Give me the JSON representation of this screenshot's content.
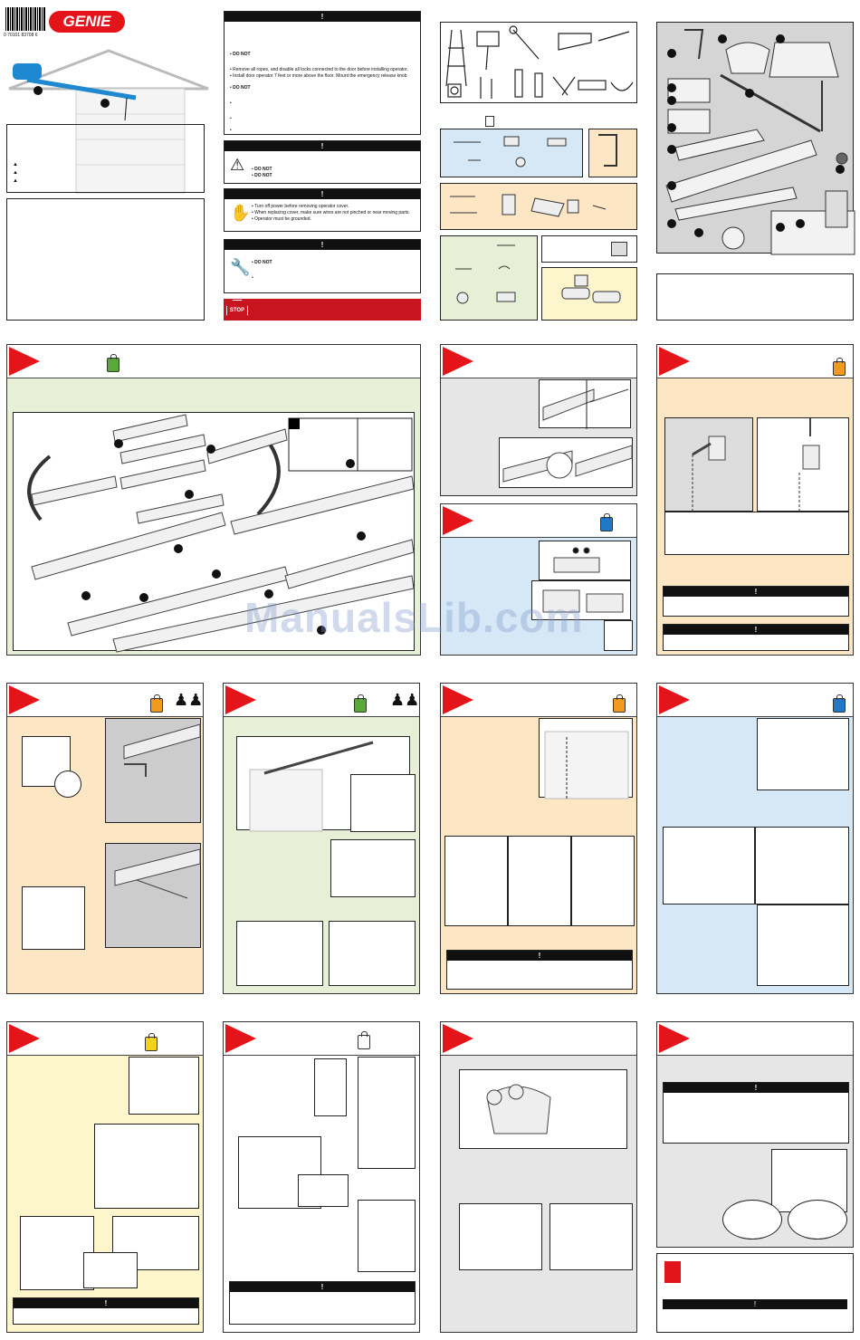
{
  "brand": {
    "name": "GENIE",
    "barcode_number": "0 70101 83708 6",
    "color": "#e3151a"
  },
  "warning_label": "!",
  "safety_panel": {
    "do_not_1": "DO NOT",
    "bullets": [
      "Remove all ropes, and disable all locks connected to the door before installing operator.",
      "Install door operator 7 feet or more above the floor. Mount the emergency release knob"
    ],
    "do_not_2": "DO NOT"
  },
  "hazard_boxes": [
    {
      "lines": [
        "DO NOT",
        "DO NOT"
      ]
    },
    {
      "lines": [
        "Turn off power before removing operator cover.",
        "When replacing cover, make sure wires are not pinched or near moving parts.",
        "Operator must be grounded."
      ]
    },
    {
      "lines": [
        "DO NOT"
      ]
    }
  ],
  "stop_label": "STOP",
  "watermark": "ManualsLib.com",
  "icons": {
    "accent": "#e3151a",
    "bag_green": "#5aa83a",
    "bag_blue": "#1f78c8",
    "bag_orange": "#f29a1d",
    "bag_yellow": "#f3d21a"
  },
  "colors": {
    "green_panel": "#e7f0d6",
    "blue_panel": "#d6e8f6",
    "orange_panel": "#fde6c4",
    "yellow_panel": "#fdf6cc",
    "grey_panel": "#e6e6e6"
  }
}
